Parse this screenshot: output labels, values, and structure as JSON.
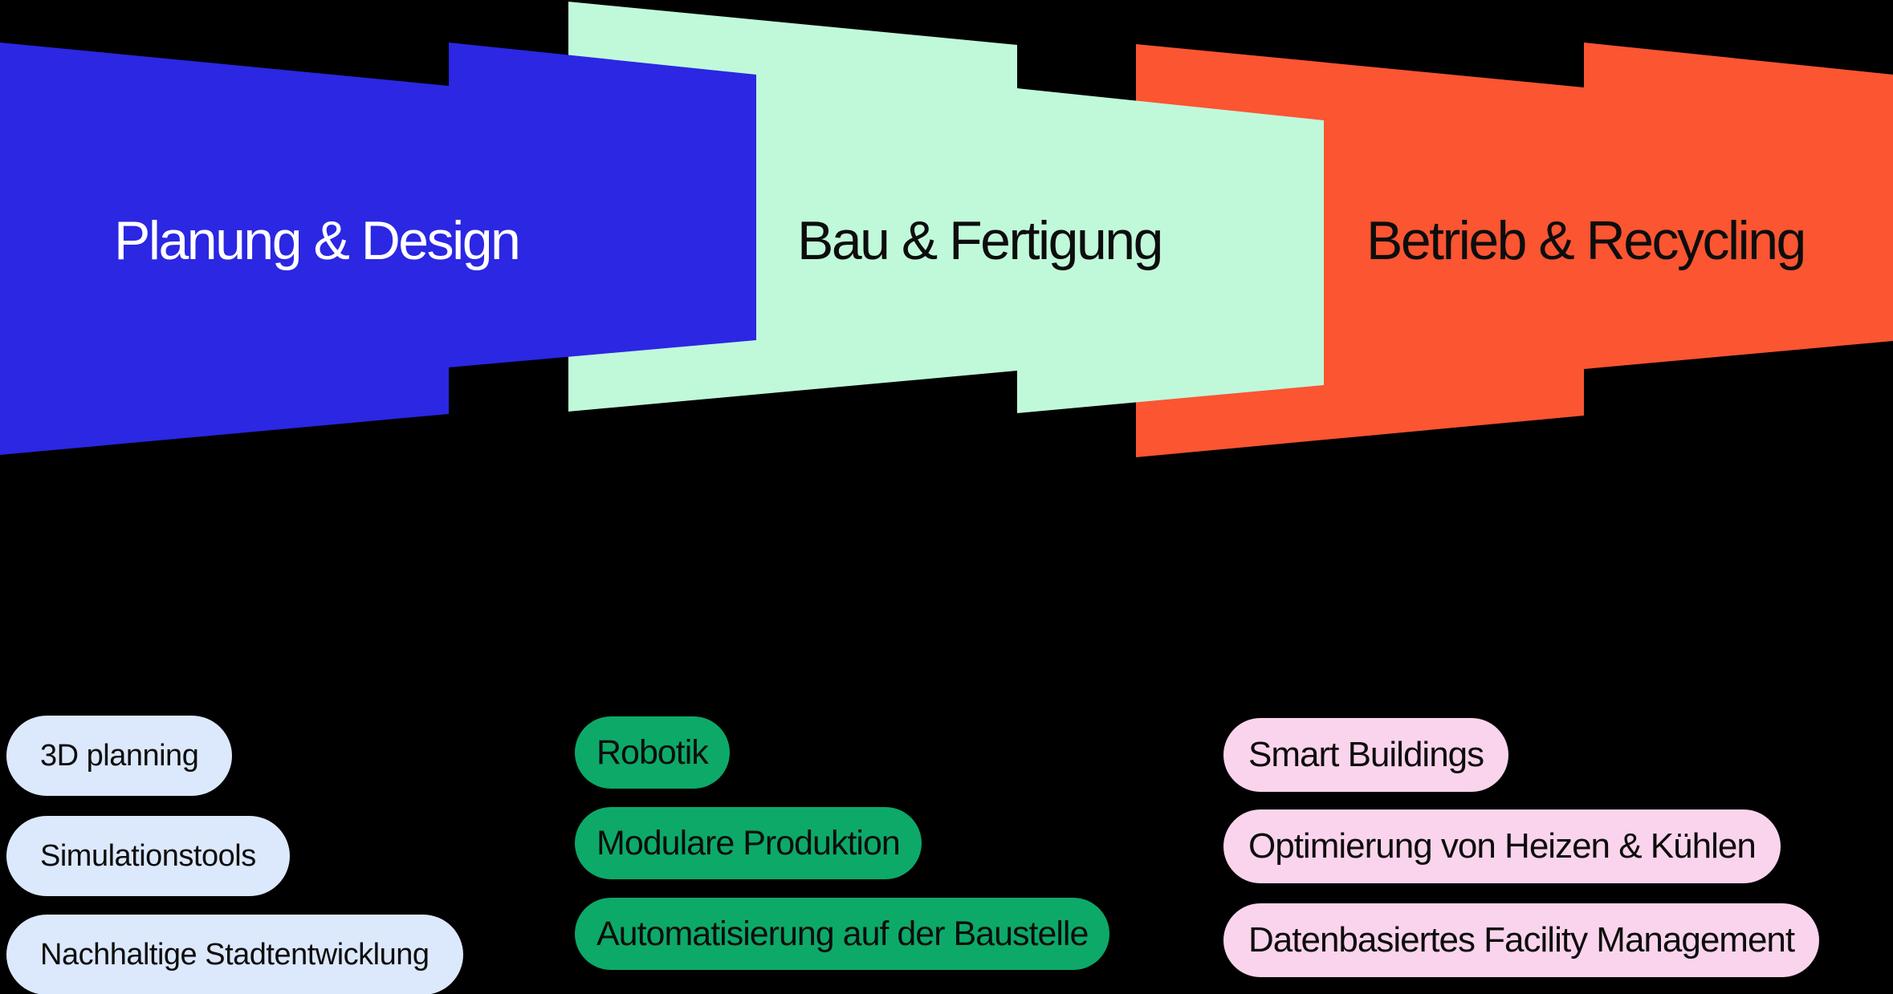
{
  "canvas": {
    "background": "#000000"
  },
  "banners": [
    {
      "label": "Planung & Design",
      "color": "#2B27E3",
      "text_color": "#FFFFFF"
    },
    {
      "label": "Bau & Fertigung",
      "color": "#C0F9DA",
      "text_color": "#0D0D0D"
    },
    {
      "label": "Betrieb & Recycling",
      "color": "#FB5532",
      "text_color": "#0D0D0D"
    }
  ],
  "tag_groups": [
    {
      "phase": "Planung & Design",
      "pill_color": "#DCE8FB",
      "text_color": "#0D0D0D",
      "items": [
        "3D planning",
        "Simulationstools",
        "Nachhaltige Stadtentwicklung"
      ]
    },
    {
      "phase": "Bau & Fertigung",
      "pill_color": "#0DA968",
      "text_color": "#0D0D0D",
      "items": [
        "Robotik",
        "Modulare Produktion",
        "Automatisierung auf der Baustelle"
      ]
    },
    {
      "phase": "Betrieb & Recycling",
      "pill_color": "#FAD4EC",
      "text_color": "#0D0D0D",
      "items": [
        "Smart Buildings",
        "Optimierung von Heizen & Kühlen",
        "Datenbasiertes Facility Management"
      ]
    }
  ]
}
